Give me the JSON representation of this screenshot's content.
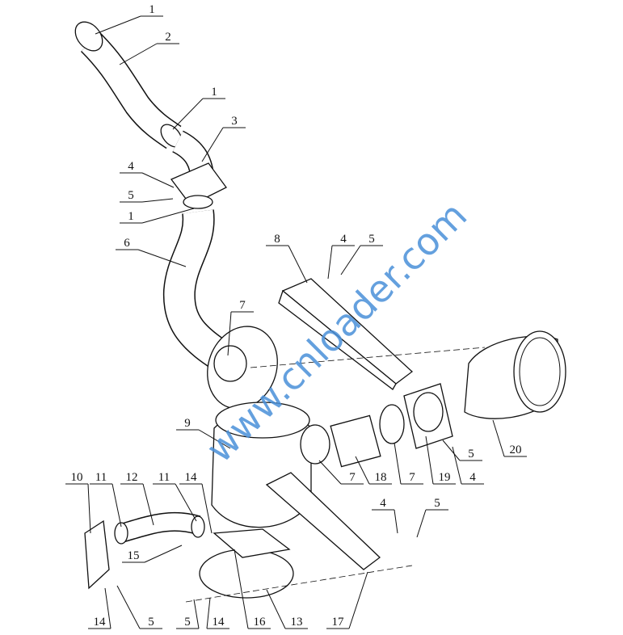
{
  "diagram": {
    "title": "Air intake system exploded view",
    "watermark": "www.cnloader.com",
    "callouts": [
      "1",
      "2",
      "1",
      "3",
      "4",
      "5",
      "1",
      "6",
      "8",
      "4",
      "5",
      "7",
      "9",
      "10",
      "11",
      "12",
      "11",
      "14",
      "15",
      "4",
      "5",
      "14",
      "5",
      "5",
      "14",
      "16",
      "13",
      "17",
      "7",
      "18",
      "7",
      "19",
      "4",
      "5",
      "20"
    ]
  }
}
